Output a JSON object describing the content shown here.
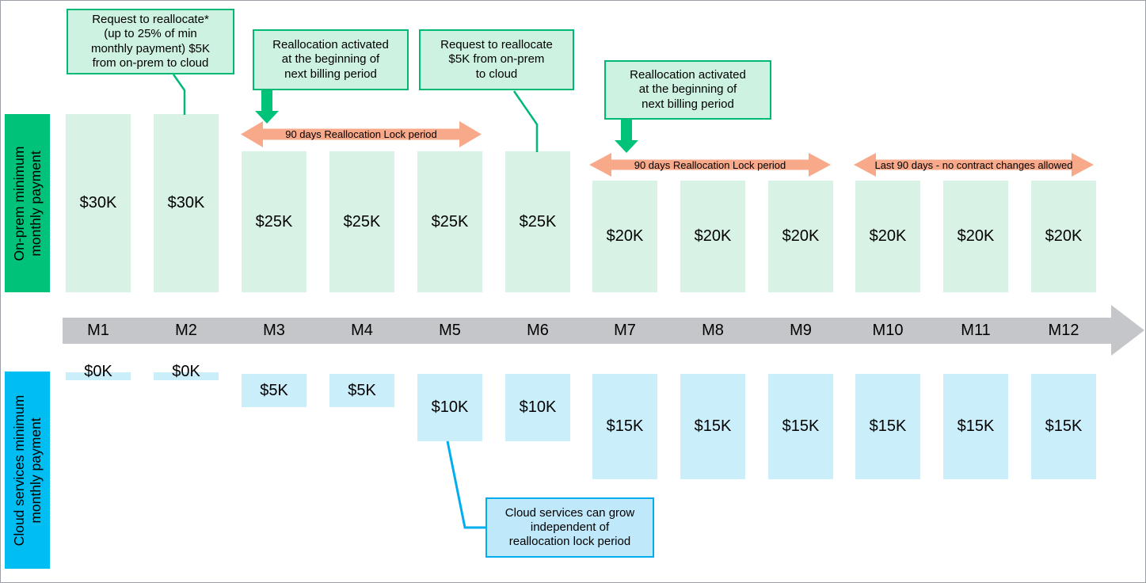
{
  "row_labels": {
    "onprem": "On-prem minimum\nmonthly payment",
    "cloud": "Cloud services minimum\nmonthly payment"
  },
  "columns": [
    {
      "month": "M1",
      "onprem": "$30K",
      "cloud": "$0K"
    },
    {
      "month": "M2",
      "onprem": "$30K",
      "cloud": "$0K"
    },
    {
      "month": "M3",
      "onprem": "$25K",
      "cloud": "$5K"
    },
    {
      "month": "M4",
      "onprem": "$25K",
      "cloud": "$5K"
    },
    {
      "month": "M5",
      "onprem": "$25K",
      "cloud": "$10K"
    },
    {
      "month": "M6",
      "onprem": "$25K",
      "cloud": "$10K"
    },
    {
      "month": "M7",
      "onprem": "$20K",
      "cloud": "$15K"
    },
    {
      "month": "M8",
      "onprem": "$20K",
      "cloud": "$15K"
    },
    {
      "month": "M9",
      "onprem": "$20K",
      "cloud": "$15K"
    },
    {
      "month": "M10",
      "onprem": "$20K",
      "cloud": "$15K"
    },
    {
      "month": "M11",
      "onprem": "$20K",
      "cloud": "$15K"
    },
    {
      "month": "M12",
      "onprem": "$20K",
      "cloud": "$15K"
    }
  ],
  "callouts": {
    "request1": "Request to reallocate*\n(up to 25% of min\nmonthly payment) $5K\nfrom on-prem to cloud",
    "activated1": "Reallocation activated\nat the beginning of\nnext billing period",
    "request2": "Request to reallocate\n$5K from on-prem\nto cloud",
    "activated2": "Reallocation activated\nat the beginning of\nnext billing period",
    "cloud_growth": "Cloud services can grow\nindependent of\nreallocation lock period"
  },
  "lock_arrows": {
    "lock1": "90 days Reallocation Lock period",
    "lock2": "90 days Reallocation Lock period",
    "last90": "Last 90 days - no contract changes allowed"
  },
  "colors": {
    "onprem_accent_green": "#00C279",
    "onprem_bar_mint": "#D8F3E5",
    "callout_green_bg": "#CDF2E1",
    "callout_green_border": "#00B975",
    "cloud_accent_cyan": "#00BEF2",
    "cloud_bar_blue": "#CBEEFB",
    "callout_blue_bg": "#BFE8FA",
    "callout_blue_border": "#00AEEF",
    "lock_arrow_orange": "#F8A98A",
    "timeline_gray": "#C5C6C9"
  }
}
